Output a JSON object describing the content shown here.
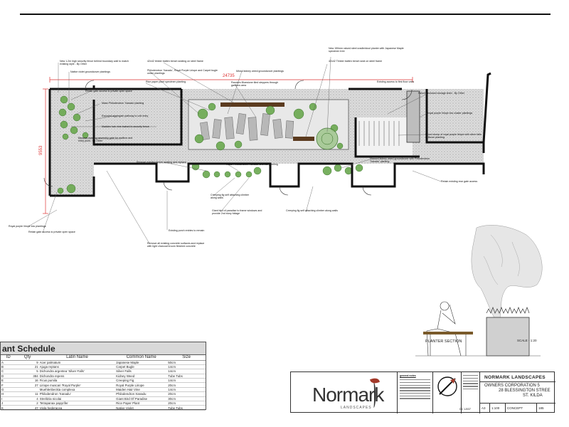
{
  "dimensions": {
    "width_label": "24735",
    "height_label": "9553"
  },
  "plan_notes": [
    {
      "id": "n1",
      "text": "New 1.2m high security fence behind boundary wall to match existing style - By Other"
    },
    {
      "id": "n2",
      "text": "Native violet groundcover plantings"
    },
    {
      "id": "n3",
      "text": "Philodendron 'Xanadu', Royal Purple Liriope and Carpet bugle under plantings"
    },
    {
      "id": "n4",
      "text": "42x42 timber batten bench seating on steel frame"
    },
    {
      "id": "n5",
      "text": "Mixed kidney weed groundcover plantings"
    },
    {
      "id": "n6",
      "text": "New 150mm raised steel cradle/stool planter with Japanese Maple specimen tree"
    },
    {
      "id": "n7",
      "text": "42x42 Timber batten bench seat on steel frame"
    },
    {
      "id": "n8",
      "text": "Rice paper plant specimen planting"
    },
    {
      "id": "n9",
      "text": "Random Bluestone tiled steppers through gardens area"
    },
    {
      "id": "n10",
      "text": "Existing access to first floor units"
    },
    {
      "id": "n11",
      "text": "Retain gate access to private open space"
    },
    {
      "id": "n12",
      "text": "Future enclosed storage shed - By Other"
    },
    {
      "id": "n13",
      "text": "Mass Philodendron 'Xanadu' planting"
    },
    {
      "id": "n14",
      "text": "Exposed aggregate pathway to unit entry"
    },
    {
      "id": "n15",
      "text": "Royal purple liriope low cluster plantings"
    },
    {
      "id": "n16",
      "text": "Madden hair vine trained to security fence"
    },
    {
      "id": "n17",
      "text": "Mixed clump of royal purple liriope with silver falls spillover planting"
    },
    {
      "id": "n18",
      "text": "Remove existing assembly gate for mailbox and entry point - By Other"
    },
    {
      "id": "n19",
      "text": "Remove existing timber seating and replace"
    },
    {
      "id": "n20",
      "text": "Mass Philodendron 'Xanadu' and flax planting"
    },
    {
      "id": "n21",
      "text": "Massed kidney weed groundcover with Philodendron 'Xanadu' planting"
    },
    {
      "id": "n22",
      "text": "Retain existing rear gate access"
    },
    {
      "id": "n23",
      "text": "Creeping fig self attaching climber along walls"
    },
    {
      "id": "n24",
      "text": "Giant bird of paradise to frame windows and provide 2nd story foliage"
    },
    {
      "id": "n25",
      "text": "Creeping fig self attaching climber along walls"
    },
    {
      "id": "n26",
      "text": "Royal purple liriope low plantings"
    },
    {
      "id": "n27",
      "text": "Retain gate access to private open space"
    },
    {
      "id": "n28",
      "text": "Existing porch entries to remain"
    },
    {
      "id": "n29",
      "text": "Remove all existing concrete surfaces and replace with light charcoal broom finished concrete"
    }
  ],
  "schedule": {
    "title": "ant Schedule",
    "headers": {
      "id": "ID",
      "qty": "Qty",
      "latin": "Latin Name",
      "common": "Common Name",
      "size": "Size"
    },
    "rows": [
      {
        "id": "A",
        "qty": "9",
        "latin": "Acer palmatum",
        "common": "Japanese Maple",
        "size": "50cm"
      },
      {
        "id": "B",
        "qty": "21",
        "latin": "Ajuga reptans",
        "common": "Carpet Bugle",
        "size": "14cm"
      },
      {
        "id": "C",
        "qty": "5",
        "latin": "Dichondra argentea 'Silver Falls'",
        "common": "Silver Falls",
        "size": "14cm"
      },
      {
        "id": "D",
        "qty": "384",
        "latin": "Dichondra repens",
        "common": "Kidney Weed",
        "size": "Tube Tubs"
      },
      {
        "id": "E",
        "qty": "16",
        "latin": "Ficus pumila",
        "common": "Creeping Fig",
        "size": "14cm"
      },
      {
        "id": "F",
        "qty": "27",
        "latin": "Liriope muscari 'Royal Purple'",
        "common": "Royal Purple Liriope",
        "size": "20cm"
      },
      {
        "id": "G",
        "qty": "",
        "latin": "Muehlenbeckia complexa",
        "common": "Maiden Hair Vine",
        "size": "14cm"
      },
      {
        "id": "H",
        "qty": "11",
        "latin": "Philodendron 'Xanadu'",
        "common": "Philodendron Xanadu",
        "size": "20cm"
      },
      {
        "id": "I",
        "qty": "4",
        "latin": "Strelitzia nicolai",
        "common": "Giant Bird Of Paradise",
        "size": "30cm"
      },
      {
        "id": "J",
        "qty": "2",
        "latin": "Tetrapanax papyrifer",
        "common": "Rice Paper Plant",
        "size": "20cm"
      },
      {
        "id": "K",
        "qty": "47",
        "latin": "Viola hederacea",
        "common": "Native Violet",
        "size": "Tube Tubs"
      }
    ]
  },
  "title_block": {
    "brand": "Normark",
    "brand_sub": "LANDSCAPES",
    "notes_heading": "general notes",
    "company": "NORMARK LANDSCAPES",
    "client_line1": "OWNERS CORPORATION 5",
    "client_line2": "28 BLESSINGTON STREE",
    "client_line3": "ST. KILDA",
    "size": "A3",
    "stage": "CONCEPT",
    "scale": "1:100",
    "date": "DC 1J037",
    "sheet": "185"
  },
  "planter_section": {
    "label": "PLANTER SECTION",
    "scale": "SCALE - 1:20"
  },
  "colors": {
    "paving": "#d9d9d9",
    "wall": "#111111",
    "plant_green": "#6aa84f",
    "dimension_red": "#d33333",
    "leaf_accent": "#a33a2a"
  }
}
